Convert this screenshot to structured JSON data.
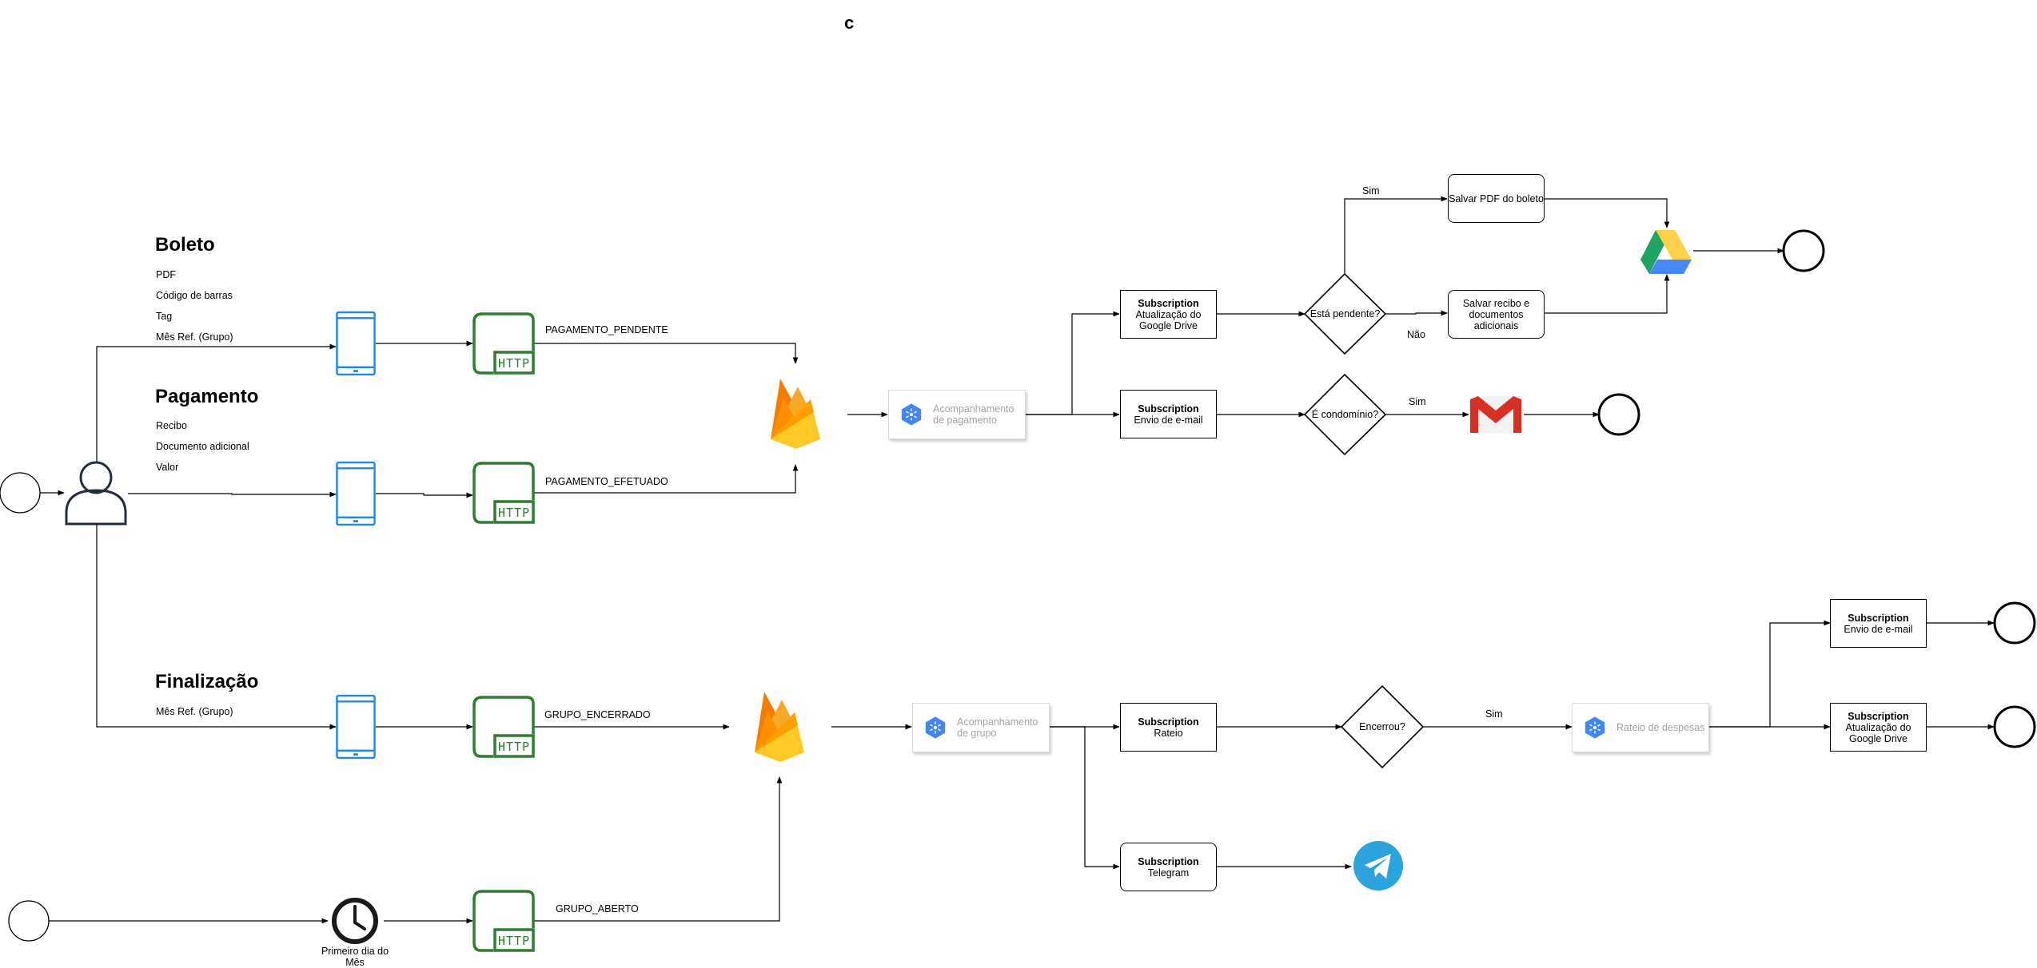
{
  "canvas_letter": "c",
  "headings": {
    "boleto": "Boleto",
    "pagamento": "Pagamento",
    "finalizacao": "Finalização"
  },
  "boleto_items": [
    "PDF",
    "Código de barras",
    "Tag",
    "Mês Ref. (Grupo)"
  ],
  "pagamento_items": [
    "Recibo",
    "Documento adicional",
    "Valor"
  ],
  "finalizacao_items": [
    "Mês Ref. (Grupo)"
  ],
  "events": {
    "pendente": "PAGAMENTO_PENDENTE",
    "efetuado": "PAGAMENTO_EFETUADO",
    "encerrado": "GRUPO_ENCERRADO",
    "aberto": "GRUPO_ABERTO"
  },
  "http_label": "HTTP",
  "clock_label": "Primeiro dia do Mês",
  "gcp": {
    "acomp_pagamento": "Acompanhamento de pagamento",
    "acomp_grupo": "Acompanhamento de grupo",
    "rateio_despesas": "Rateio de despesas"
  },
  "subscription_word": "Subscription",
  "subs": {
    "drive": "Atualização do Google Drive",
    "email": "Envio de e-mail",
    "rateio": "Rateio",
    "telegram": "Telegram",
    "email2": "Envio de e-mail",
    "drive2": "Atualização do Google Drive"
  },
  "tasks": {
    "salvar_pdf": "Salvar PDF do boleto",
    "salvar_recibo": "Salvar recibo e documentos adicionais"
  },
  "decisions": {
    "pendente": "Está pendente?",
    "condominio": "É condomínio?",
    "encerrou": "Encerrou?"
  },
  "edge_labels": {
    "sim1": "Sim",
    "nao1": "Não",
    "sim2": "Sim",
    "sim3": "Sim"
  },
  "icons": {
    "user": "user-icon",
    "phone": "mobile-phone-icon",
    "http": "http-endpoint-icon",
    "firebase": "firebase-icon",
    "cloud_function": "cloud-function-icon",
    "drive": "google-drive-icon",
    "gmail": "gmail-icon",
    "telegram": "telegram-icon",
    "clock": "clock-icon"
  },
  "colors": {
    "phone": "#1e88e5",
    "http": "#2e7d32",
    "firebase_orange": "#f57c00",
    "firebase_yellow": "#ffca28",
    "gcp_blue": "#4285f4",
    "telegram": "#2ca3dc",
    "drive_green": "#1fa463",
    "drive_yellow": "#ffd04b",
    "drive_blue": "#4688f4",
    "gmail_red": "#d93025",
    "user": "#232f3e"
  }
}
